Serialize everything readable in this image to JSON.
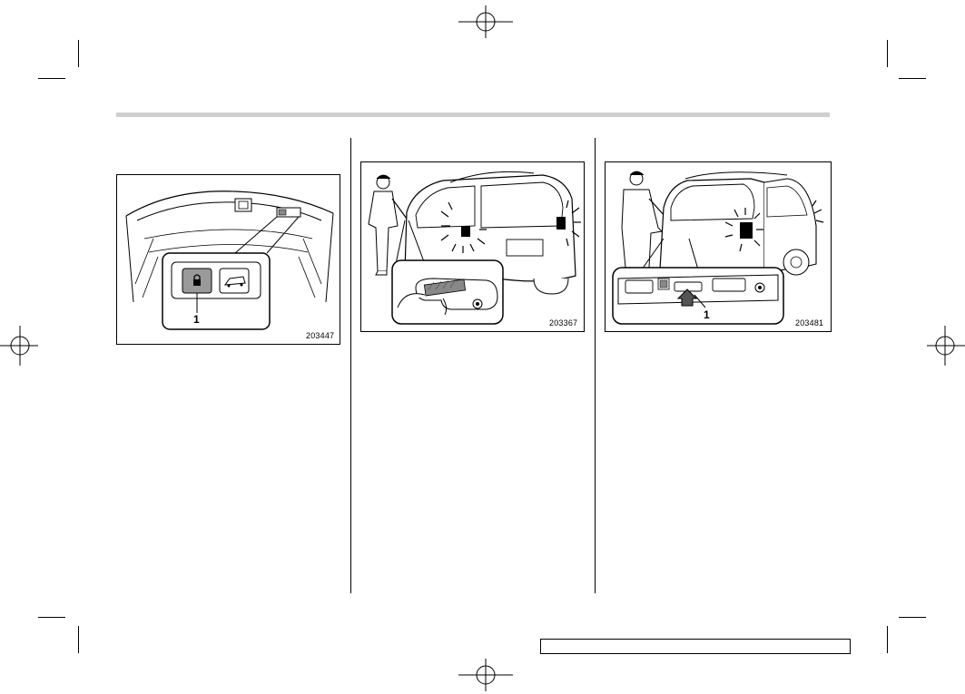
{
  "figures": [
    {
      "id": "203447",
      "callout": "1",
      "subject": "tailgate lock switch"
    },
    {
      "id": "203367",
      "subject": "door handle touch sensor"
    },
    {
      "id": "203481",
      "callout": "1",
      "subject": "rear gate opener button"
    }
  ],
  "footer": {
    "text": ""
  },
  "icons": [
    "registration-mark-icon",
    "lock-icon",
    "car-rear-icon"
  ]
}
